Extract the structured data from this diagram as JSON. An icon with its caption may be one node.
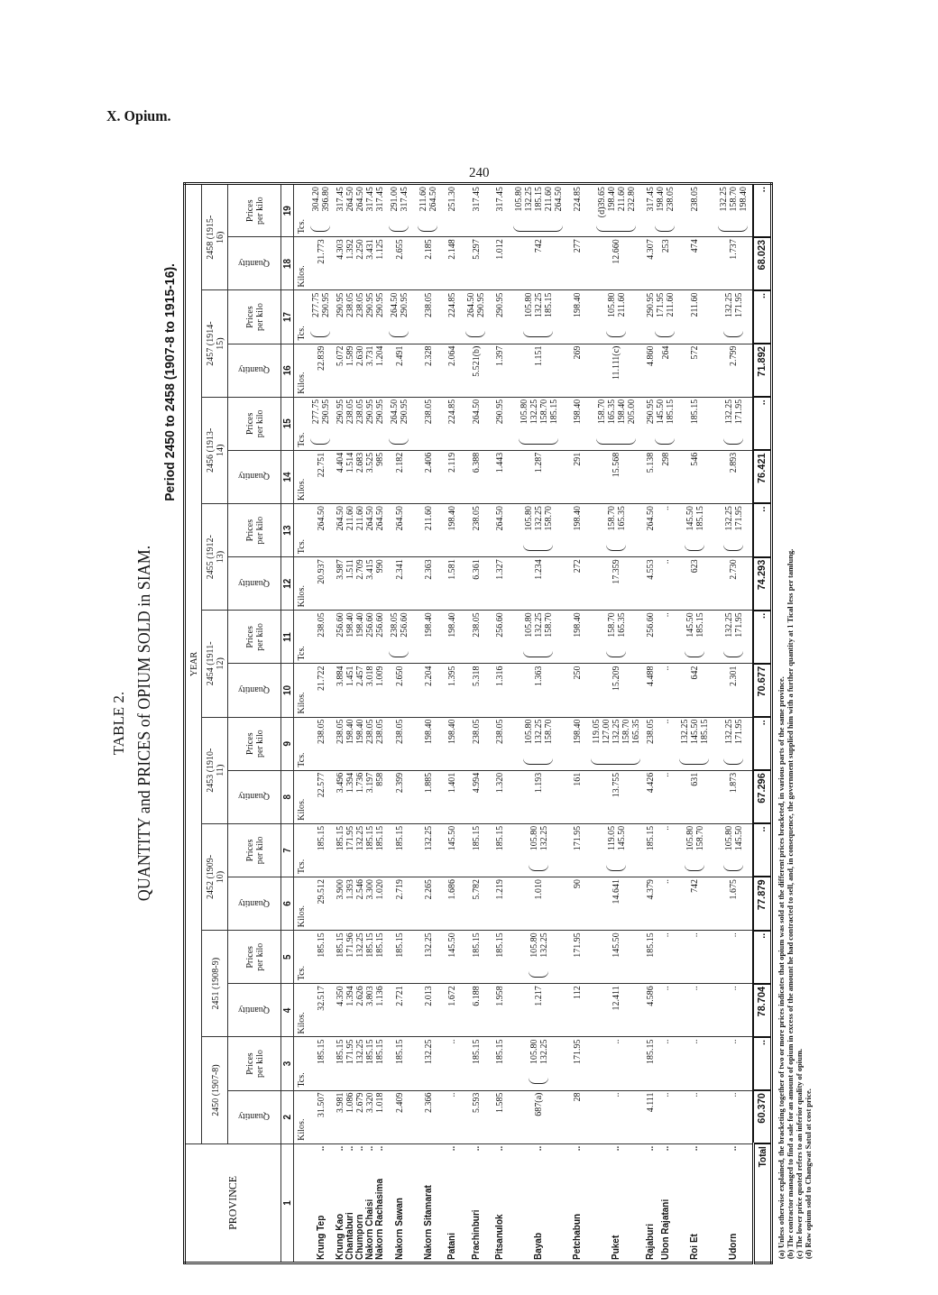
{
  "diagram": {
    "title": "QUANTITY and PRICES of OPIUM SOLD in SIAM.",
    "labels": [
      "X. Opium.",
      "240",
      "TABLE 2.",
      "Period 2450 to 2458 (1907-8 to 1915-16).",
      "PROVINCE",
      "YEAR",
      "2450 (1907-8)",
      "2451 (1908-9)",
      "2452 (1909-10)",
      "2453 (1910-11)",
      "2454 (1911-12)",
      "2455 (1912-13)",
      "2456 (1913-14)",
      "2457 (1914-15)",
      "2458 (1915-16)",
      "Quantity",
      "Prices per kilo",
      "Quantity",
      "Prices per kilo",
      "Quantity",
      "Prices per kilo",
      "Quantity",
      "Prices per kilo",
      "Quantity",
      "Prices per kilo",
      "Quantity",
      "Prices per kilo",
      "Quantity",
      "Prices per kilo",
      "Quantity",
      "Prices per kilo",
      "Quantity",
      "Prices per kilo",
      "1",
      "2",
      "3",
      "4",
      "5",
      "6",
      "7",
      "8",
      "9",
      "10",
      "11",
      "12",
      "13",
      "14",
      "15",
      "16",
      "17",
      "18",
      "19",
      "Kilos.",
      "Tcs.",
      "Kilos.",
      "Tcs.",
      "Kilos.",
      "Tcs.",
      "Kilos.",
      "Tcs.",
      "Kilos.",
      "Tcs.",
      "Kilos.",
      "Tcs.",
      "Kilos.",
      "Tcs.",
      "Kilos.",
      "Tcs.",
      "Kilos.",
      "Tcs.",
      "Krung Tep",
      "..",
      "31.507",
      "185.15",
      "32.517",
      "185.15",
      "29.512",
      "185.15",
      "22.577",
      "238.05",
      "21.722",
      "238.05",
      "20.937",
      "264.50",
      "22.751",
      "277.75 290.95",
      "22.839",
      "277.75 290.95",
      "21.773",
      "304.20 396.80",
      "Krung Kao",
      "..",
      "3.981",
      "185.15",
      "4.350",
      "185.15",
      "3.900",
      "185.15",
      "3.496",
      "238.05",
      "3.884",
      "256.60",
      "3.987",
      "264.50",
      "4.404",
      "290.95",
      "5.072",
      "290.95",
      "4.303",
      "317.45",
      "Chantaburi",
      "..",
      "1.086",
      "171.95",
      "1.394",
      "171.96",
      "1.393",
      "171.95",
      "1.394",
      "198.40",
      "1.451",
      "198.40",
      "1.511",
      "211.60",
      "1.514",
      "238.05",
      "1.589",
      "238.05",
      "1.392",
      "264.50",
      "Chumporn",
      "..",
      "2.679",
      "132.25",
      "2.626",
      "132.25",
      "2.546",
      "132.25",
      "1.736",
      "198.40",
      "2.457",
      "198.40",
      "2.709",
      "211.60",
      "2.683",
      "238.05",
      "2.630",
      "238.05",
      "2.250",
      "264.50",
      "Nakorn Chaisi",
      "..",
      "3.320",
      "185.15",
      "3.803",
      "185.15",
      "3.300",
      "185.15",
      "3.197",
      "238.05",
      "3.018",
      "256.60",
      "3.415",
      "264.50",
      "3.525",
      "290.95",
      "3.731",
      "290.95",
      "3.431",
      "317.45",
      "Nakorn Rachasima",
      "..",
      "1.018",
      "185.15",
      "1.136",
      "185.15",
      "1.020",
      "185.15",
      "858",
      "238.05",
      "1.009",
      "256.60",
      "990",
      "264.50",
      "985",
      "290.95",
      "1.204",
      "290.95",
      "1.125",
      "317.45",
      "Nakorn Sawan",
      "2.409",
      "185.15",
      "2.721",
      "185.15",
      "2.719",
      "185.15",
      "2.399",
      "238.05",
      "2.650",
      "238.05 256.60",
      "2.341",
      "264.50",
      "2.182",
      "264.50 290.95",
      "2.491",
      "264.50 290.95",
      "2.655",
      "291.00 317.45",
      "Nakorn Sitamarat",
      "2.366",
      "132.25",
      "2.013",
      "132.25",
      "2.265",
      "132.25",
      "1.885",
      "198.40",
      "2.204",
      "198.40",
      "2.363",
      "211.60",
      "2.406",
      "238.05",
      "2.328",
      "238.05",
      "2.185",
      "211.60 264.50",
      "Patani",
      "..",
      "..",
      "..",
      "1.672",
      "145.50",
      "1.686",
      "145.50",
      "1.401",
      "198.40",
      "1.395",
      "198.40",
      "1.581",
      "198.40",
      "2.119",
      "224.85",
      "2.064",
      "224.85",
      "2.148",
      "251.30",
      "Prachinburi",
      "..",
      "5.593",
      "185.15",
      "6.188",
      "185.15",
      "5.782",
      "185.15",
      "4.994",
      "238.05",
      "5.318",
      "238.05",
      "6.361",
      "238.05",
      "6.388",
      "264.50",
      "5.521(b)",
      "264.50 290.95",
      "5.297",
      "317.45",
      "Pitsanulok",
      "..",
      "1.585",
      "185.15",
      "1.958",
      "185.15",
      "1.219",
      "185.15",
      "1.320",
      "238.05",
      "1.316",
      "256.60",
      "1.327",
      "264.50",
      "1.443",
      "290.95",
      "1.397",
      "290.95",
      "1.012",
      "317.45",
      "Bayab",
      "..",
      "687(a)",
      "105.80 132.25",
      "1.217",
      "105.80 132.25",
      "1.010",
      "105.80 132.25",
      "1.193",
      "105.80 132.25 158.70",
      "1.363",
      "105.80 132.25 158.70",
      "1.234",
      "105.80 132.25 158.70",
      "1.287",
      "105.80 132.25 158.70 185.15",
      "1.151",
      "105.80 132.25 185.15",
      "742",
      "105.80 132.25 185.15 211.60 264.50",
      "Petchabun",
      "..",
      "28",
      "171.95",
      "112",
      "171.95",
      "90",
      "171.95",
      "161",
      "198.40",
      "250",
      "198.40",
      "272",
      "198.40",
      "291",
      "198.40",
      "269",
      "198.40",
      "277",
      "224.85",
      "Puket",
      "..",
      "..",
      "..",
      "12.411",
      "145.50",
      "14.641",
      "119.05 145.50",
      "13.755",
      "119.05 127.00 132.25 158.70 165.35",
      "15.209",
      "158.70 165.35",
      "17.359",
      "158.70 165.35",
      "15.568",
      "158.70 165.35 198.40 205.00",
      "11.111(c)",
      "105.80 211.60",
      "12.660",
      "(d)39.65 198.40 211.60 232.80",
      "Rajaburi",
      "..",
      "4.111",
      "185.15",
      "4.586",
      "185.15",
      "4.379",
      "185.15",
      "4.426",
      "238.05",
      "4.488",
      "256.60",
      "4.553",
      "264.50",
      "5.138",
      "290.95",
      "4.860",
      "290.95",
      "4.307",
      "317.45",
      "Ubon Rajatani",
      "..",
      "..",
      "..",
      "..",
      "..",
      "..",
      "..",
      "..",
      "..",
      "..",
      "..",
      "..",
      "..",
      "298",
      "145.50 185.15",
      "264",
      "171.95 211.60",
      "253",
      "198.40 238.05",
      "Roi Et",
      "..",
      "..",
      "..",
      "..",
      "..",
      "742",
      "105.80 158.70",
      "631",
      "132.25 145.50 185.15",
      "642",
      "145.50 185.15",
      "623",
      "145.50 185.15",
      "546",
      "185.15",
      "572",
      "211.60",
      "474",
      "238.05",
      "Udorn",
      "..",
      "..",
      "..",
      "..",
      "..",
      "1.675",
      "105.80 145.50",
      "1.873",
      "132.25 171.95",
      "2.301",
      "132.25 171.95",
      "2.730",
      "132.25 171.95",
      "2.893",
      "132.25 171.95",
      "2.799",
      "132.25 171.95",
      "1.737",
      "132.25 158.70 198.40",
      "Total",
      "60.370",
      "..",
      "78.704",
      "..",
      "77.879",
      "..",
      "67.296",
      "..",
      "70.677",
      "..",
      "74.293",
      "..",
      "76.421",
      "..",
      "71.892",
      "..",
      "68.023",
      "..",
      "(a) Unless otherwise explained, the bracketing together of two or more prices indicates that opium was sold at the different prices bracketed, in various parts of the same province.",
      "(b) The contractor managed to find a sale for an amount of opium in excess of the amount he had contracted to sell, and, in consequence, the government supplied him with a further quantity at 1 Tical less per tamlung.",
      "(c) The lower price quoted refers to an inferior quality of opium.",
      "(d) Raw opium sold to Changwat Satul at cost price."
    ]
  }
}
